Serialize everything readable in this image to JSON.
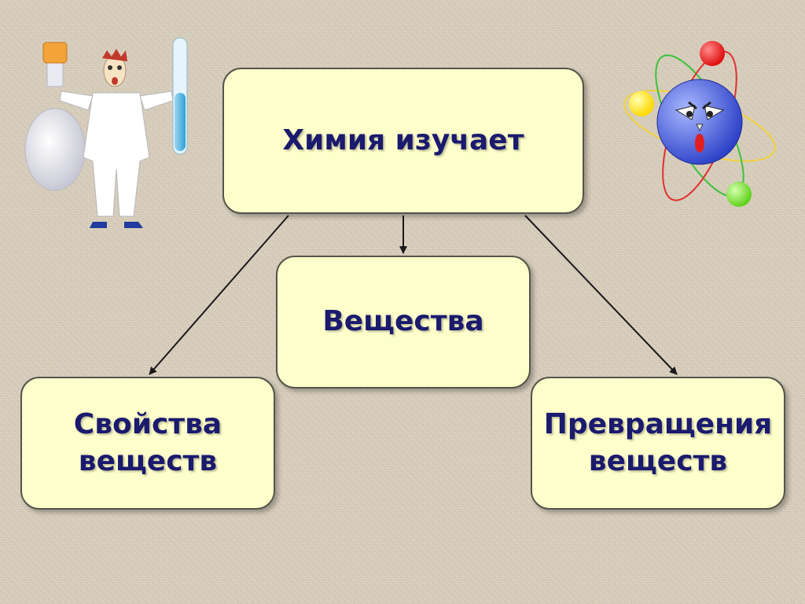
{
  "diagram": {
    "root": {
      "label": "Химия изучает"
    },
    "children": [
      {
        "id": "center",
        "label": "Вещества"
      },
      {
        "id": "left",
        "label": "Свойства\nвеществ"
      },
      {
        "id": "right",
        "label": "Превращения\nвеществ"
      }
    ]
  },
  "colors": {
    "box_fill": "#ffffcc",
    "box_border": "#55554a",
    "text": "#1a1a6e",
    "arrow": "#1a1a1a"
  },
  "icons": {
    "left": "scientist-with-flasks-icon",
    "right": "smiling-atom-icon"
  }
}
